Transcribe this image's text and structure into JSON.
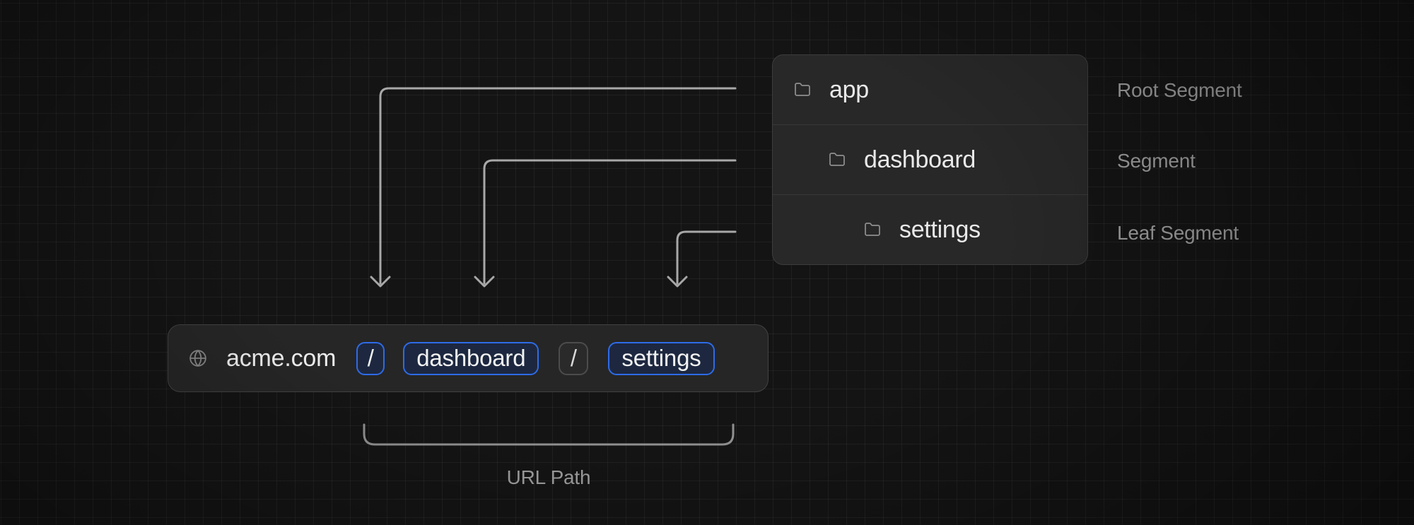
{
  "colors": {
    "canvas_bg": "#141414",
    "accent_blue": "#2e6be8",
    "chip_fill": "#1d2840",
    "muted_border": "#4c4c4c",
    "panel_bg": "#282828",
    "bar_bg": "#262626",
    "connector_gray": "#a8a8a8",
    "label_gray": "#9d9d9d",
    "text_light": "#ededed"
  },
  "folder_panel": {
    "items": [
      {
        "name": "app",
        "role": "Root Segment",
        "icon": "folder-icon"
      },
      {
        "name": "dashboard",
        "role": "Segment",
        "icon": "folder-icon"
      },
      {
        "name": "settings",
        "role": "Leaf Segment",
        "icon": "folder-icon"
      }
    ]
  },
  "url_bar": {
    "icon": "globe-icon",
    "domain": "acme.com",
    "segments": [
      {
        "text": "/",
        "highlight": true
      },
      {
        "text": "dashboard",
        "highlight": true
      },
      {
        "text": "/",
        "highlight": false
      },
      {
        "text": "settings",
        "highlight": true
      }
    ]
  },
  "bracket": {
    "label": "URL Path"
  },
  "connections": [
    {
      "from": "app",
      "to": "/"
    },
    {
      "from": "dashboard",
      "to": "dashboard"
    },
    {
      "from": "settings",
      "to": "settings"
    }
  ]
}
